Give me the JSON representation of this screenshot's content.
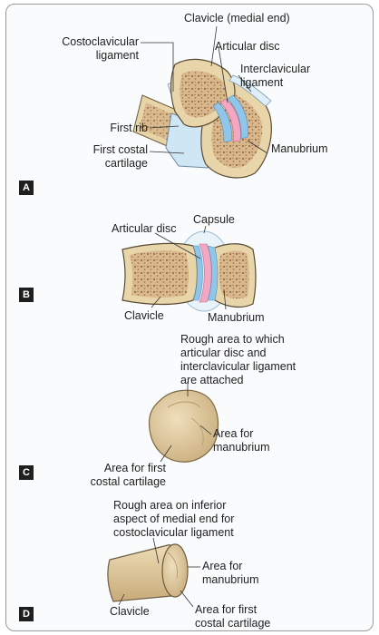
{
  "panels": {
    "a": {
      "tag": "A",
      "clavicle_medial_end": "Clavicle (medial end)",
      "costoclavicular_ligament": "Costoclavicular\nligament",
      "articular_disc": "Articular disc",
      "interclavicular_ligament": "Interclavicular\nligament",
      "first_rib": "First rib",
      "first_costal_cartilage": "First costal\ncartilage",
      "manubrium": "Manubrium"
    },
    "b": {
      "tag": "B",
      "articular_disc": "Articular disc",
      "capsule": "Capsule",
      "clavicle": "Clavicle",
      "manubrium": "Manubrium"
    },
    "c": {
      "tag": "C",
      "rough_area": "Rough area to which\narticular disc and\ninterclavicular ligament\nare attached",
      "area_manubrium": "Area for\nmanubrium",
      "area_first_costal": "Area for first\ncostal cartilage"
    },
    "d": {
      "tag": "D",
      "rough_area_inferior": "Rough area on inferior\naspect of medial end for\ncostoclavicular ligament",
      "area_manubrium": "Area for\nmanubrium",
      "area_first_costal": "Area for first\ncostal cartilage",
      "clavicle": "Clavicle"
    }
  },
  "colors": {
    "bone": "#e8d6aa",
    "spongy_bone": "#c49c6e",
    "cartilage": "#cfe6f4",
    "disc_pink": "#f2a7c3",
    "disc_blue": "#8fc6ea",
    "outline": "#5a4a34",
    "leader": "#333333"
  }
}
